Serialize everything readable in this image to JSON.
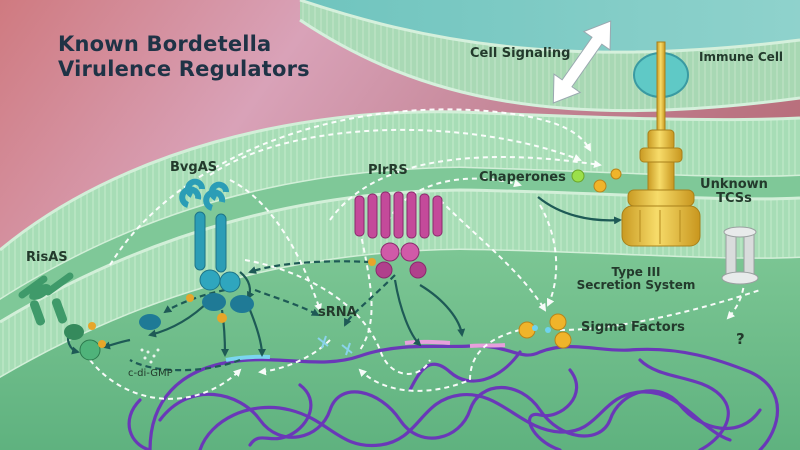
{
  "title_line1": "Known Bordetella",
  "title_line2": "Virulence Regulators",
  "labels": {
    "cell_signaling": "Cell Signaling",
    "immune_cell": "Immune Cell",
    "bvgas": "BvgAS",
    "plrrs": "PlrRS",
    "risas": "RisAS",
    "chaperones": "Chaperones",
    "unknown_line1": "Unknown",
    "unknown_line2": "TCSs",
    "t3ss_line1": "Type III",
    "t3ss_line2": "Secretion System",
    "srna": "sRNA",
    "sigma_factors": "Sigma Factors",
    "cdigmp": "c-di-GMP",
    "question": "?"
  },
  "colors": {
    "membrane": "#a6dcb4",
    "cytoplasm": "#6cbc8a",
    "extracellular": "#c98a96",
    "immune_cell": "#7cc6c2",
    "dna": "#6a38b8",
    "dna_highlight": "#e7a0dc",
    "bvgas": "#2b9db6",
    "plrrs": "#c44a9a",
    "risas": "#3f9a6a",
    "t3ss": "#e8c44a",
    "unknown_tcs": "#d9dcdc",
    "arrow_dark": "#1e5a56",
    "arrow_white": "#ffffff",
    "ligand": "#e6a62a"
  }
}
